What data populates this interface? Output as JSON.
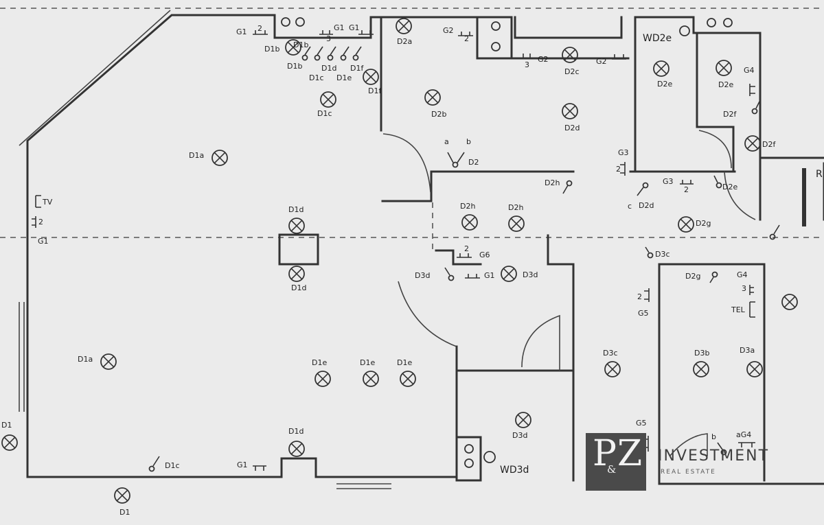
{
  "fixtures": [
    {
      "id": "f1",
      "label": "D1a"
    },
    {
      "id": "f2",
      "label": "D1a"
    },
    {
      "id": "f3",
      "label": "D1b"
    },
    {
      "id": "f4",
      "label": "D1c"
    },
    {
      "id": "f5",
      "label": "D1f"
    },
    {
      "id": "f6",
      "label": "D1d"
    },
    {
      "id": "f7",
      "label": "D1d"
    },
    {
      "id": "f8",
      "label": "D1e"
    },
    {
      "id": "f9",
      "label": "D1e"
    },
    {
      "id": "f10",
      "label": "D1e"
    },
    {
      "id": "f11",
      "label": "D1d"
    },
    {
      "id": "f12",
      "label": "D1"
    },
    {
      "id": "f13",
      "label": "D1"
    },
    {
      "id": "f14",
      "label": "D2a"
    },
    {
      "id": "f15",
      "label": "D2b"
    },
    {
      "id": "f16",
      "label": "D2c"
    },
    {
      "id": "f17",
      "label": "D2d"
    },
    {
      "id": "f18",
      "label": "D2h"
    },
    {
      "id": "f19",
      "label": "D2h"
    },
    {
      "id": "f20",
      "label": "D3d"
    },
    {
      "id": "f21",
      "label": "D3d"
    },
    {
      "id": "f22",
      "label": "D2e"
    },
    {
      "id": "f23",
      "label": "D2e"
    },
    {
      "id": "f24",
      "label": "D2f"
    },
    {
      "id": "f25",
      "label": "D2g"
    },
    {
      "id": "f26",
      "label": "D3c"
    },
    {
      "id": "f27",
      "label": "D3b"
    },
    {
      "id": "f28",
      "label": "D3a"
    },
    {
      "id": "f29",
      "label": ""
    }
  ],
  "texts": {
    "g1a": "G1",
    "g1b": "G1",
    "g1c": "G1",
    "g1d": "G1",
    "g1e": "G1",
    "g1f": "G1",
    "g2a": "G2",
    "g2b": "G2",
    "g2c": "G2",
    "g3a": "G3",
    "g3b": "G3",
    "g4a": "G4",
    "g4b": "G4",
    "g4c": "aG4",
    "g5a": "G5",
    "g5b": "G5",
    "g6": "G6",
    "s2": "2",
    "s3": "3",
    "s2b": "2",
    "s3b": "3",
    "s2c": "2",
    "s2d": "2",
    "s2e": "2",
    "s3c": "3",
    "s2f": "2",
    "s2g": "2",
    "s2h": "2",
    "tv": "TV",
    "tel": "TEL",
    "d1b": "D1b",
    "d1c2": "D1c",
    "d1d2": "D1d",
    "d1e2": "D1e",
    "d1f2": "D1f",
    "d1c3": "D1c",
    "d2": "D2",
    "a": "a",
    "b": "b",
    "d2h3": "D2h",
    "d3d3": "D3d",
    "d2e3": "D2e",
    "d2f2": "D2f",
    "c": "c",
    "d2d2": "D2d",
    "d3c2": "D3c",
    "d2g2": "D2g",
    "b2": "b",
    "wd2e": "WD2e",
    "wd3d": "WD3d",
    "r": "R"
  },
  "logo": {
    "letter_p": "P",
    "amp": "&",
    "letter_z": "Z",
    "name": "INVESTMENT",
    "sub": "REAL ESTATE"
  }
}
